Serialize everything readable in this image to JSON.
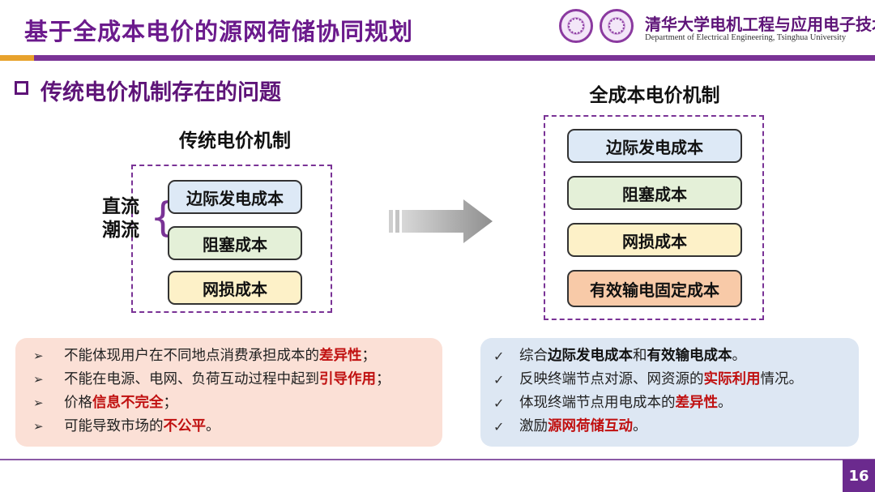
{
  "header": {
    "title": "基于全成本电价的源网荷储协同规划",
    "university_name": "清华大学电机工程与应用电子技术系",
    "department_en": "Department of Electrical Engineering, Tsinghua University"
  },
  "section": {
    "title": "传统电价机制存在的问题"
  },
  "left_diagram": {
    "title": "传统电价机制",
    "dc_flow_label": "直流潮流",
    "brace": "{",
    "items": [
      "边际发电成本",
      "阻塞成本",
      "网损成本"
    ]
  },
  "right_diagram": {
    "title": "全成本电价机制",
    "items": [
      "边际发电成本",
      "阻塞成本",
      "网损成本",
      "有效输电固定成本"
    ]
  },
  "problems": {
    "marker": "➢",
    "items": [
      {
        "pre": "不能体现用户在不同地点消费承担成本的",
        "em": "差异性",
        "post": "；"
      },
      {
        "pre": "不能在电源、电网、负荷互动过程中起到",
        "em": "引导作用",
        "post": "；"
      },
      {
        "pre": "价格",
        "em": "信息不完全",
        "post": "；"
      },
      {
        "pre": "可能导致市场的",
        "em": "不公平",
        "post": "。"
      }
    ]
  },
  "benefits": {
    "marker": "✓",
    "item1": {
      "pre": "综合",
      "em1": "边际发电成本",
      "mid": "和",
      "em2": "有效输电成本",
      "post": "。"
    },
    "item2": {
      "pre": "反映终端节点对源、网资源的",
      "em": "实际利用",
      "post": "情况。"
    },
    "item3": {
      "pre": "体现终端节点用电成本的",
      "em": "差异性",
      "post": "。"
    },
    "item4": {
      "pre": "激励",
      "em": "源网荷储互动",
      "post": "。"
    }
  },
  "footer": {
    "page_number": "16"
  },
  "colors": {
    "brand_purple": "#7a3396",
    "accent_orange": "#e8a22c",
    "emphasis_red": "#c01010",
    "left_panel_bg": "#fbe0d6",
    "right_panel_bg": "#dde7f3"
  }
}
